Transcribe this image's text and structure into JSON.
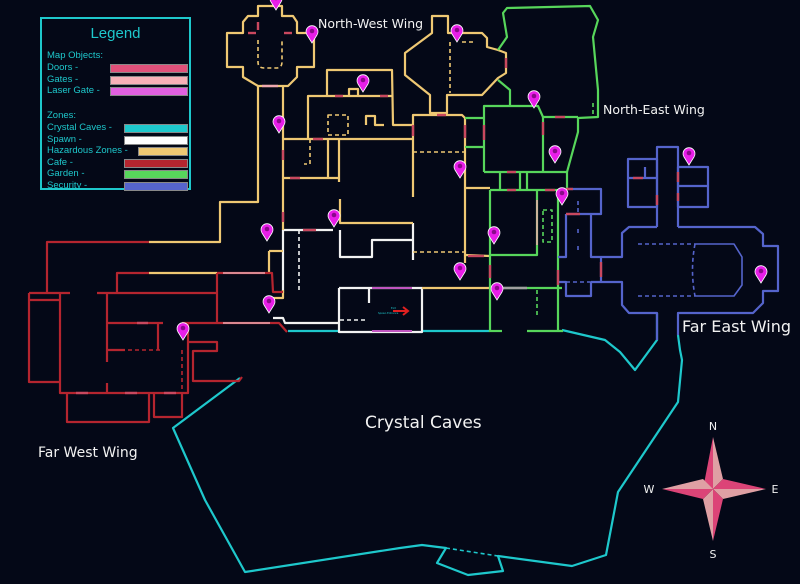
{
  "legend": {
    "title": "Legend",
    "map_objects_heading": "Map Objects:",
    "map_objects": [
      {
        "label": "Doors -",
        "color": "#e0507a"
      },
      {
        "label": "Gates -",
        "color": "#f7b0b8"
      },
      {
        "label": "Laser Gate -",
        "color": "#e060e0"
      }
    ],
    "zones_heading": "Zones:",
    "zones": [
      {
        "label": "Crystal Caves -",
        "color": "#1ec8cc"
      },
      {
        "label": "Spawn -",
        "color": "#ffffff"
      },
      {
        "label": "Hazardous Zones -",
        "color": "#efc873"
      },
      {
        "label": "Cafe -",
        "color": "#b5252f"
      },
      {
        "label": "Garden -",
        "color": "#57d65b"
      },
      {
        "label": "Security -",
        "color": "#5564cc"
      }
    ]
  },
  "areas": {
    "north_west": "North-West Wing",
    "north_east": "North-East Wing",
    "far_east": "Far East Wing",
    "crystal_caves": "Crystal Caves",
    "far_west": "Far West Wing"
  },
  "spawn_exit": {
    "line1": "Exit",
    "line2": "Spawn Entrance"
  },
  "compass": {
    "n": "N",
    "e": "E",
    "s": "S",
    "w": "W"
  },
  "colors": {
    "marker": "#e81ee8",
    "compass_dark": "#dc4477",
    "compass_light": "#dfa0a4",
    "background": "#040817"
  }
}
